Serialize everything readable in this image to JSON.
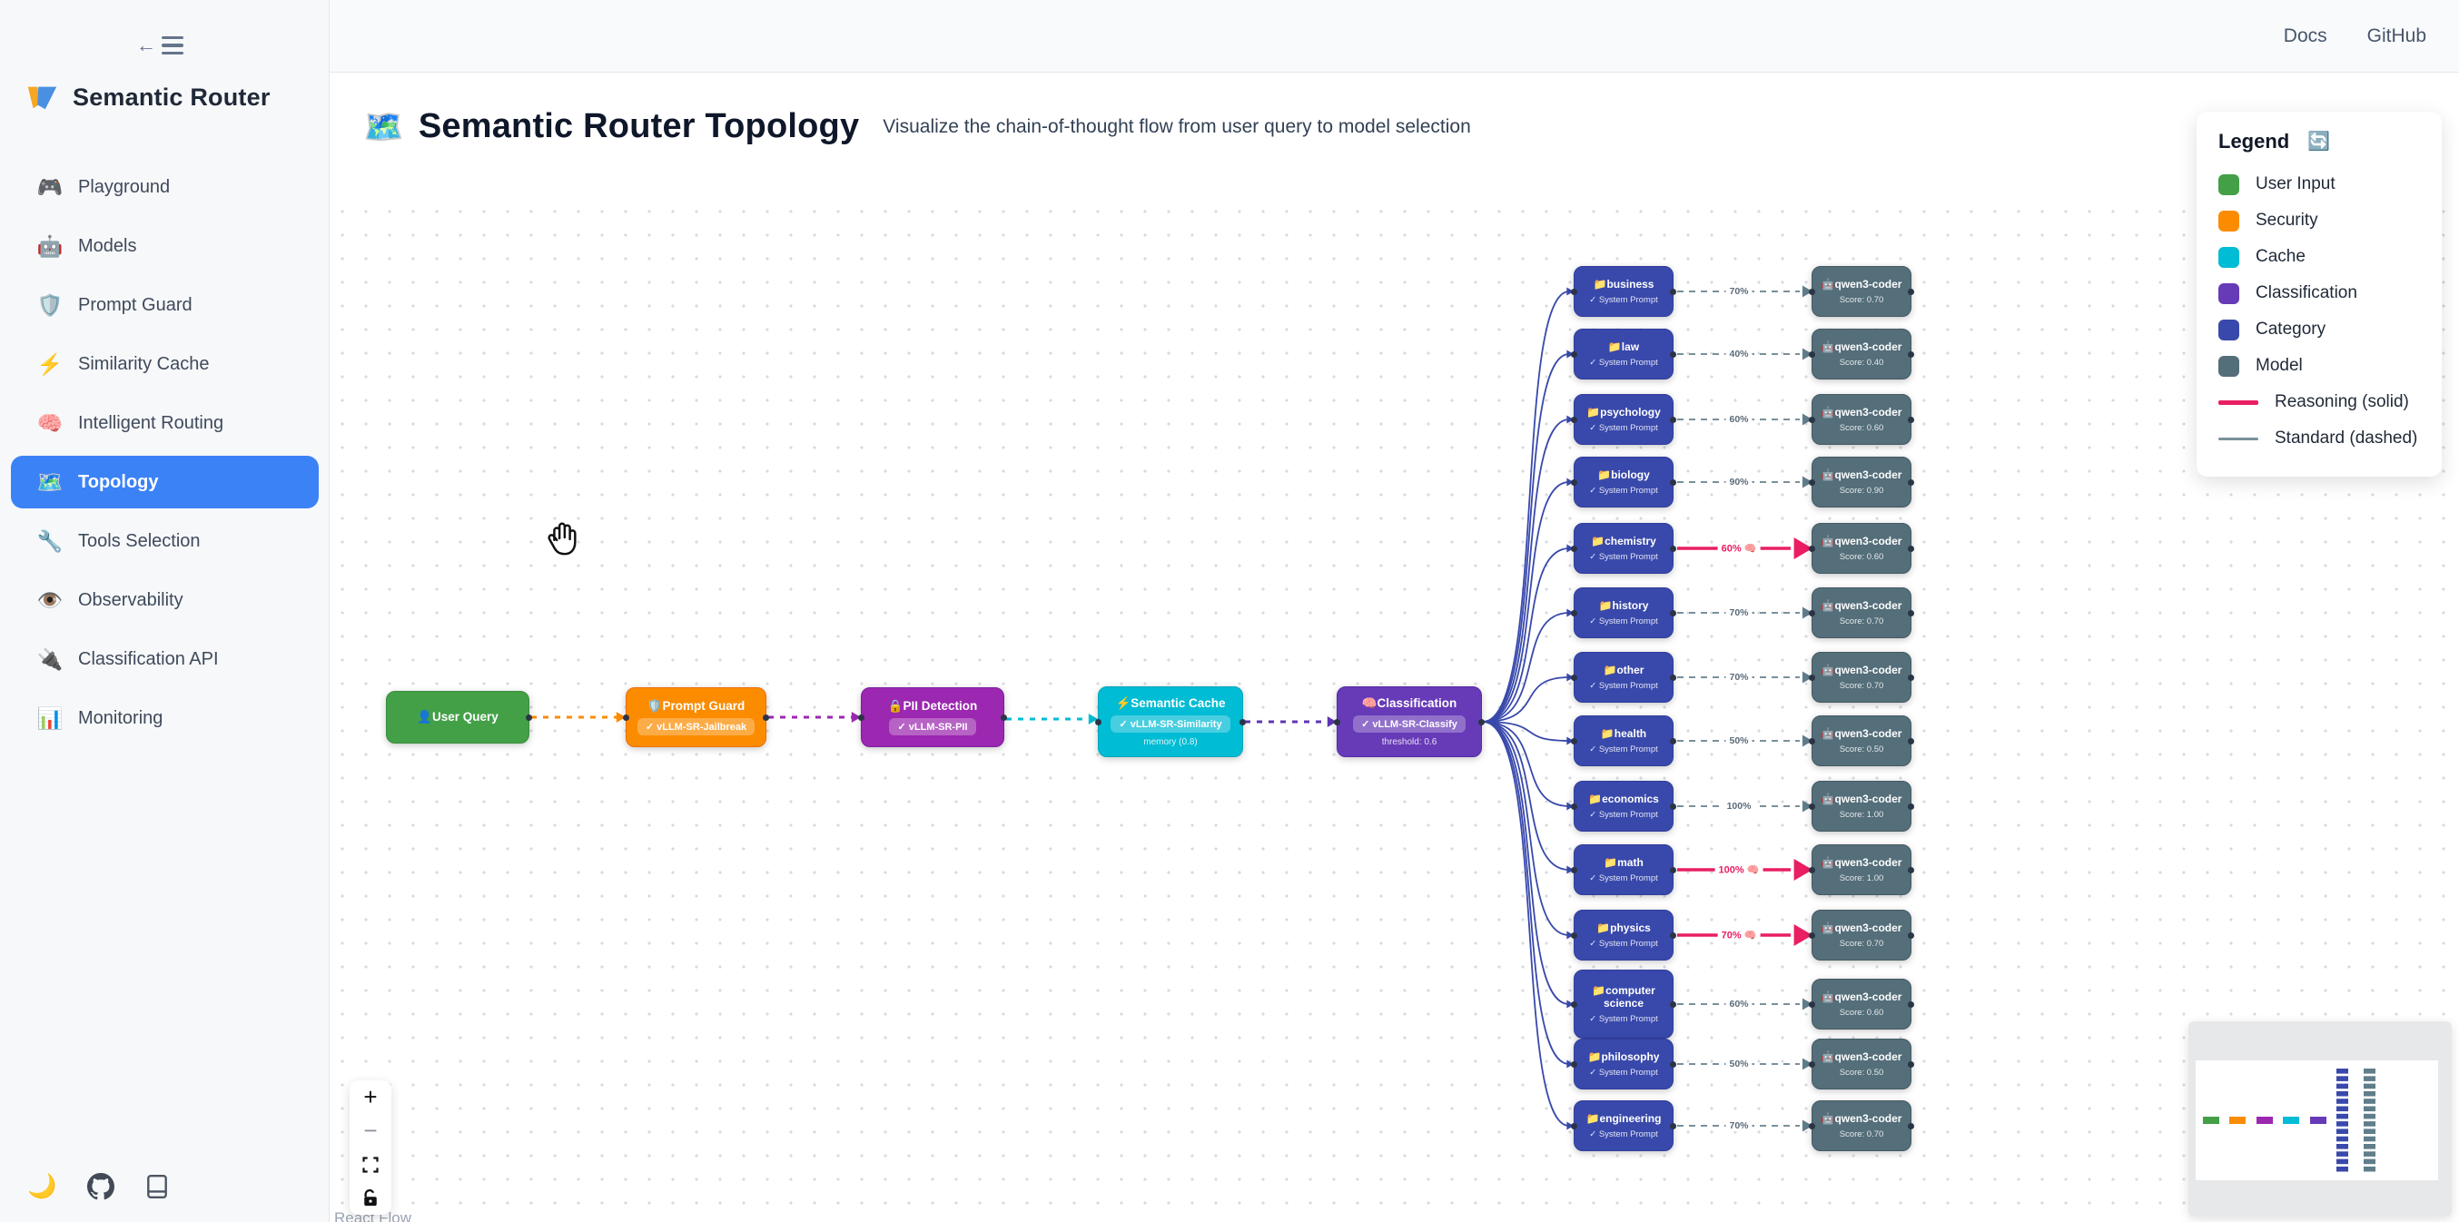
{
  "colors": {
    "accent_blue": "#3b82f6",
    "user_input": "#43a047",
    "security": "#fb8c00",
    "pii": "#9c27b0",
    "cache": "#00bcd4",
    "classification": "#673ab7",
    "category": "#3949ab",
    "model": "#546e7a",
    "reasoning_edge": "#e91e63",
    "standard_edge": "#78909c"
  },
  "sidebar": {
    "logo_text": "Semantic Router",
    "items": [
      {
        "icon": "🎮",
        "label": "Playground",
        "active": false
      },
      {
        "icon": "🤖",
        "label": "Models",
        "active": false
      },
      {
        "icon": "🛡️",
        "label": "Prompt Guard",
        "active": false
      },
      {
        "icon": "⚡",
        "label": "Similarity Cache",
        "active": false
      },
      {
        "icon": "🧠",
        "label": "Intelligent Routing",
        "active": false
      },
      {
        "icon": "🗺️",
        "label": "Topology",
        "active": true
      },
      {
        "icon": "🔧",
        "label": "Tools Selection",
        "active": false
      },
      {
        "icon": "👁️",
        "label": "Observability",
        "active": false
      },
      {
        "icon": "🔌",
        "label": "Classification API",
        "active": false
      },
      {
        "icon": "📊",
        "label": "Monitoring",
        "active": false
      }
    ]
  },
  "topbar": {
    "links": [
      "Docs",
      "GitHub"
    ]
  },
  "header": {
    "emoji": "🗺️",
    "title": "Semantic Router Topology",
    "subtitle": "Visualize the chain-of-thought flow from user query to model selection"
  },
  "legend": {
    "title": "Legend",
    "refresh_icon": "🔄",
    "items": [
      {
        "label": "User Input",
        "color": "#43a047"
      },
      {
        "label": "Security",
        "color": "#fb8c00"
      },
      {
        "label": "Cache",
        "color": "#00bcd4"
      },
      {
        "label": "Classification",
        "color": "#673ab7"
      },
      {
        "label": "Category",
        "color": "#3949ab"
      },
      {
        "label": "Model",
        "color": "#546e7a"
      }
    ],
    "lines": [
      {
        "label": "Reasoning (solid)",
        "color": "#e91e63",
        "style": "solid"
      },
      {
        "label": "Standard (dashed)",
        "color": "#78909c",
        "style": "dashed"
      }
    ]
  },
  "pipeline": [
    {
      "title": "👤User Query"
    },
    {
      "title": "🛡️Prompt Guard",
      "badge": "✓ vLLM-SR-Jailbreak"
    },
    {
      "title": "🔒PII Detection",
      "badge": "✓ vLLM-SR-PII"
    },
    {
      "title": "⚡Semantic Cache",
      "badge": "✓ vLLM-SR-Similarity",
      "sub": "memory (0.8)"
    },
    {
      "title": "🧠Classification",
      "badge": "✓ vLLM-SR-Classify",
      "sub": "threshold: 0.6"
    }
  ],
  "flow_rows": [
    {
      "category": "📁business",
      "category_sub": "✓ System Prompt",
      "edge_label": "70%",
      "reasoning": false,
      "model": "🤖qwen3-coder",
      "score": "Score: 0.70"
    },
    {
      "category": "📁law",
      "category_sub": "✓ System Prompt",
      "edge_label": "40%",
      "reasoning": false,
      "model": "🤖qwen3-coder",
      "score": "Score: 0.40"
    },
    {
      "category": "📁psychology",
      "category_sub": "✓ System Prompt",
      "edge_label": "60%",
      "reasoning": false,
      "model": "🤖qwen3-coder",
      "score": "Score: 0.60"
    },
    {
      "category": "📁biology",
      "category_sub": "✓ System Prompt",
      "edge_label": "90%",
      "reasoning": false,
      "model": "🤖qwen3-coder",
      "score": "Score: 0.90"
    },
    {
      "category": "📁chemistry",
      "category_sub": "✓ System Prompt",
      "edge_label": "60% 🧠",
      "reasoning": true,
      "model": "🤖qwen3-coder",
      "score": "Score: 0.60"
    },
    {
      "category": "📁history",
      "category_sub": "✓ System Prompt",
      "edge_label": "70%",
      "reasoning": false,
      "model": "🤖qwen3-coder",
      "score": "Score: 0.70"
    },
    {
      "category": "📁other",
      "category_sub": "✓ System Prompt",
      "edge_label": "70%",
      "reasoning": false,
      "model": "🤖qwen3-coder",
      "score": "Score: 0.70"
    },
    {
      "category": "📁health",
      "category_sub": "✓ System Prompt",
      "edge_label": "50%",
      "reasoning": false,
      "model": "🤖qwen3-coder",
      "score": "Score: 0.50"
    },
    {
      "category": "📁economics",
      "category_sub": "✓ System Prompt",
      "edge_label": "100%",
      "reasoning": false,
      "model": "🤖qwen3-coder",
      "score": "Score: 1.00"
    },
    {
      "category": "📁math",
      "category_sub": "✓ System Prompt",
      "edge_label": "100% 🧠",
      "reasoning": true,
      "model": "🤖qwen3-coder",
      "score": "Score: 1.00"
    },
    {
      "category": "📁physics",
      "category_sub": "✓ System Prompt",
      "edge_label": "70% 🧠",
      "reasoning": true,
      "model": "🤖qwen3-coder",
      "score": "Score: 0.70"
    },
    {
      "category": "📁computer science",
      "category_sub": "✓ System Prompt",
      "edge_label": "60%",
      "reasoning": false,
      "model": "🤖qwen3-coder",
      "score": "Score: 0.60"
    },
    {
      "category": "📁philosophy",
      "category_sub": "✓ System Prompt",
      "edge_label": "50%",
      "reasoning": false,
      "model": "🤖qwen3-coder",
      "score": "Score: 0.50"
    },
    {
      "category": "📁engineering",
      "category_sub": "✓ System Prompt",
      "edge_label": "70%",
      "reasoning": false,
      "model": "🤖qwen3-coder",
      "score": "Score: 0.70"
    }
  ],
  "controls": {
    "zoom_in": "+",
    "zoom_out": "−"
  },
  "footer_icons": {
    "theme": "🌙"
  },
  "attribution": "React Flow"
}
